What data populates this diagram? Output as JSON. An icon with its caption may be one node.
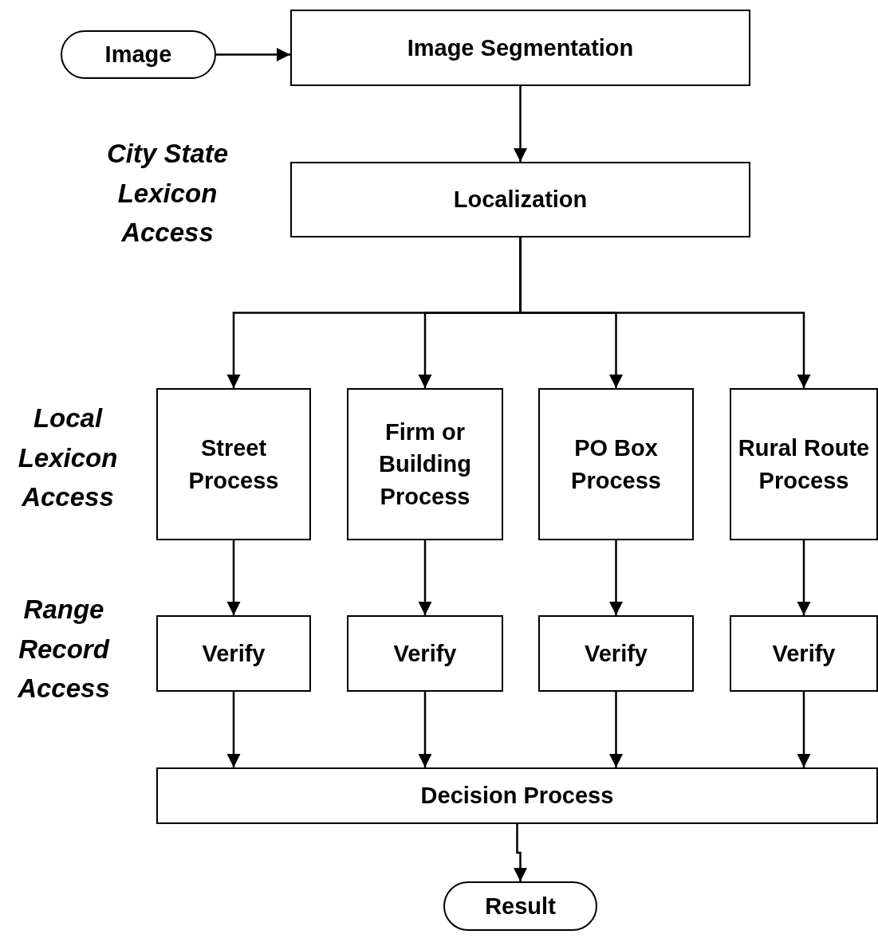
{
  "diagram": {
    "nodes": [
      {
        "text": [
          "Image"
        ]
      },
      {
        "text": [
          "Image Segmentation"
        ]
      },
      {
        "text": [
          "Localization"
        ]
      },
      {
        "text": [
          "Street Process"
        ]
      },
      {
        "text": [
          "Firm or Building Process"
        ]
      },
      {
        "text": [
          "PO Box Process"
        ]
      },
      {
        "text": [
          "Rural Route Process"
        ]
      },
      {
        "text": [
          "Verify"
        ]
      },
      {
        "text": [
          "Verify"
        ]
      },
      {
        "text": [
          "Verify"
        ]
      },
      {
        "text": [
          "Verify"
        ]
      },
      {
        "text": [
          "Decision Process"
        ]
      },
      {
        "text": [
          "Result"
        ]
      }
    ],
    "edges": [
      {
        "from": 0,
        "to": 1,
        "arrow": "to"
      },
      {
        "from": 1,
        "to": 2,
        "arrow": "to"
      },
      {
        "from": 2,
        "to": 3,
        "arrow": "to"
      },
      {
        "from": 2,
        "to": 4,
        "arrow": "to"
      },
      {
        "from": 2,
        "to": 5,
        "arrow": "to"
      },
      {
        "from": 2,
        "to": 6,
        "arrow": "to"
      },
      {
        "from": 3,
        "to": 7,
        "arrow": "to"
      },
      {
        "from": 4,
        "to": 8,
        "arrow": "to"
      },
      {
        "from": 5,
        "to": 9,
        "arrow": "to"
      },
      {
        "from": 6,
        "to": 10,
        "arrow": "to"
      },
      {
        "from": 7,
        "to": 11,
        "arrow": "to"
      },
      {
        "from": 8,
        "to": 11,
        "arrow": "to"
      },
      {
        "from": 9,
        "to": 11,
        "arrow": "to"
      },
      {
        "from": 10,
        "to": 11,
        "arrow": "to"
      },
      {
        "from": 11,
        "to": 12,
        "arrow": "to"
      }
    ],
    "labels": [
      "City State Lexicon Access",
      "Local Lexicon Access",
      "Range Record Access"
    ]
  }
}
